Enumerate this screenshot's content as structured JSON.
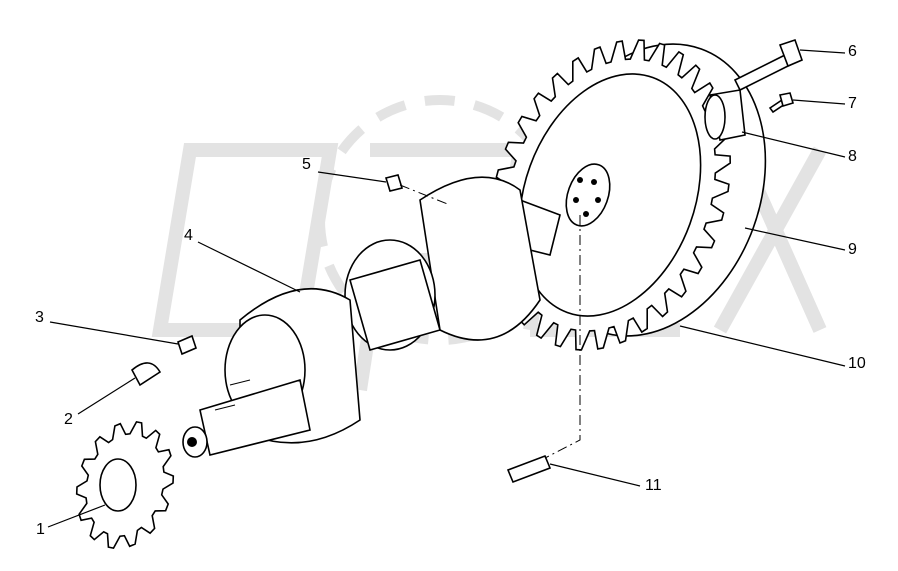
{
  "watermark": {
    "text": "OPEX",
    "color": "#e6e6e6"
  },
  "callouts": [
    {
      "number": "1",
      "part": "timing-gear"
    },
    {
      "number": "2",
      "part": "woodruff-key"
    },
    {
      "number": "3",
      "part": "key"
    },
    {
      "number": "4",
      "part": "crankshaft"
    },
    {
      "number": "5",
      "part": "plug"
    },
    {
      "number": "6",
      "part": "flywheel-bolt"
    },
    {
      "number": "7",
      "part": "screw"
    },
    {
      "number": "8",
      "part": "bushing"
    },
    {
      "number": "9",
      "part": "flywheel"
    },
    {
      "number": "10",
      "part": "ring-gear"
    },
    {
      "number": "11",
      "part": "dowel-pin"
    }
  ]
}
